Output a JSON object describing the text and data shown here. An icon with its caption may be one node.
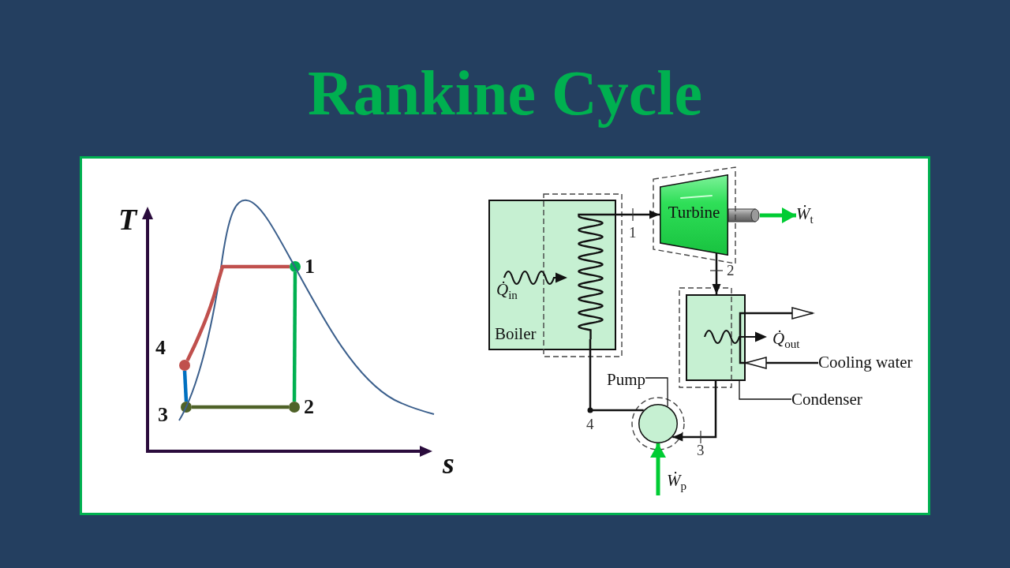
{
  "diagram": {
    "title": "Rankine Cycle",
    "nodes": [
      {
        "text": [],
        "shape": "circle",
        "beside": [
          "1"
        ]
      },
      {
        "text": [],
        "shape": "circle",
        "beside": [
          "2"
        ]
      },
      {
        "text": [],
        "shape": "circle",
        "beside": [
          "3"
        ]
      },
      {
        "text": [],
        "shape": "circle",
        "beside": [
          "4"
        ]
      },
      {
        "text": [
          "*Q̇*$_{in}$",
          "Boiler"
        ]
      },
      {
        "text": [],
        "shape": "picture",
        "in": 4
      },
      {
        "text": [
          "Turbine"
        ]
      },
      {
        "text": [],
        "shape": "cylinder"
      },
      {
        "text": [
          "*Ẇ*$_{t}$"
        ]
      },
      {
        "text": [],
        "shape": "box"
      },
      {
        "text": [
          "Cooling water"
        ]
      },
      {
        "text": [
          "Condenser"
        ]
      },
      {
        "text": [
          "Pump"
        ]
      },
      {
        "text": [],
        "shape": "circle"
      }
    ],
    "edges": [
      {
        "from": 0,
        "to": 1,
        "arrow": "none",
        "style": "thick",
        "color": "#00b050"
      },
      {
        "from": 1,
        "to": 2,
        "arrow": "none",
        "style": "thick",
        "color": "#4f6228"
      },
      {
        "from": 2,
        "to": 3,
        "arrow": "none",
        "style": "thick",
        "color": "#0070c0"
      },
      {
        "from": 3,
        "to": 0,
        "arrow": "none",
        "style": "thick",
        "color": "#c0504d"
      },
      {
        "from": 5,
        "to": 6,
        "arrow": "to",
        "label": "1"
      },
      {
        "from": 6,
        "to": 9,
        "arrow": "to",
        "label": "2"
      },
      {
        "from": 9,
        "to": 13,
        "arrow": "to",
        "label": "3"
      },
      {
        "from": 13,
        "to": 5,
        "arrow": "none",
        "label": "4"
      },
      {
        "from": 7,
        "to": 8,
        "arrow": "to",
        "style": "thick",
        "color": "#00cc33"
      },
      {
        "from": null,
        "to": 13,
        "arrow": "to",
        "label": "*Ẇ*$_{p}$",
        "style": "thick",
        "color": "#00cc33"
      },
      {
        "from": 10,
        "to": 9,
        "arrow": "to"
      },
      {
        "from": 9,
        "to": null,
        "arrow": "to"
      },
      {
        "from": 11,
        "to": 9,
        "arrow": "none"
      },
      {
        "from": 12,
        "to": 13,
        "arrow": "none"
      }
    ],
    "labels": [
      "T",
      "s",
      "*Q̇*$_{out}$"
    ]
  }
}
